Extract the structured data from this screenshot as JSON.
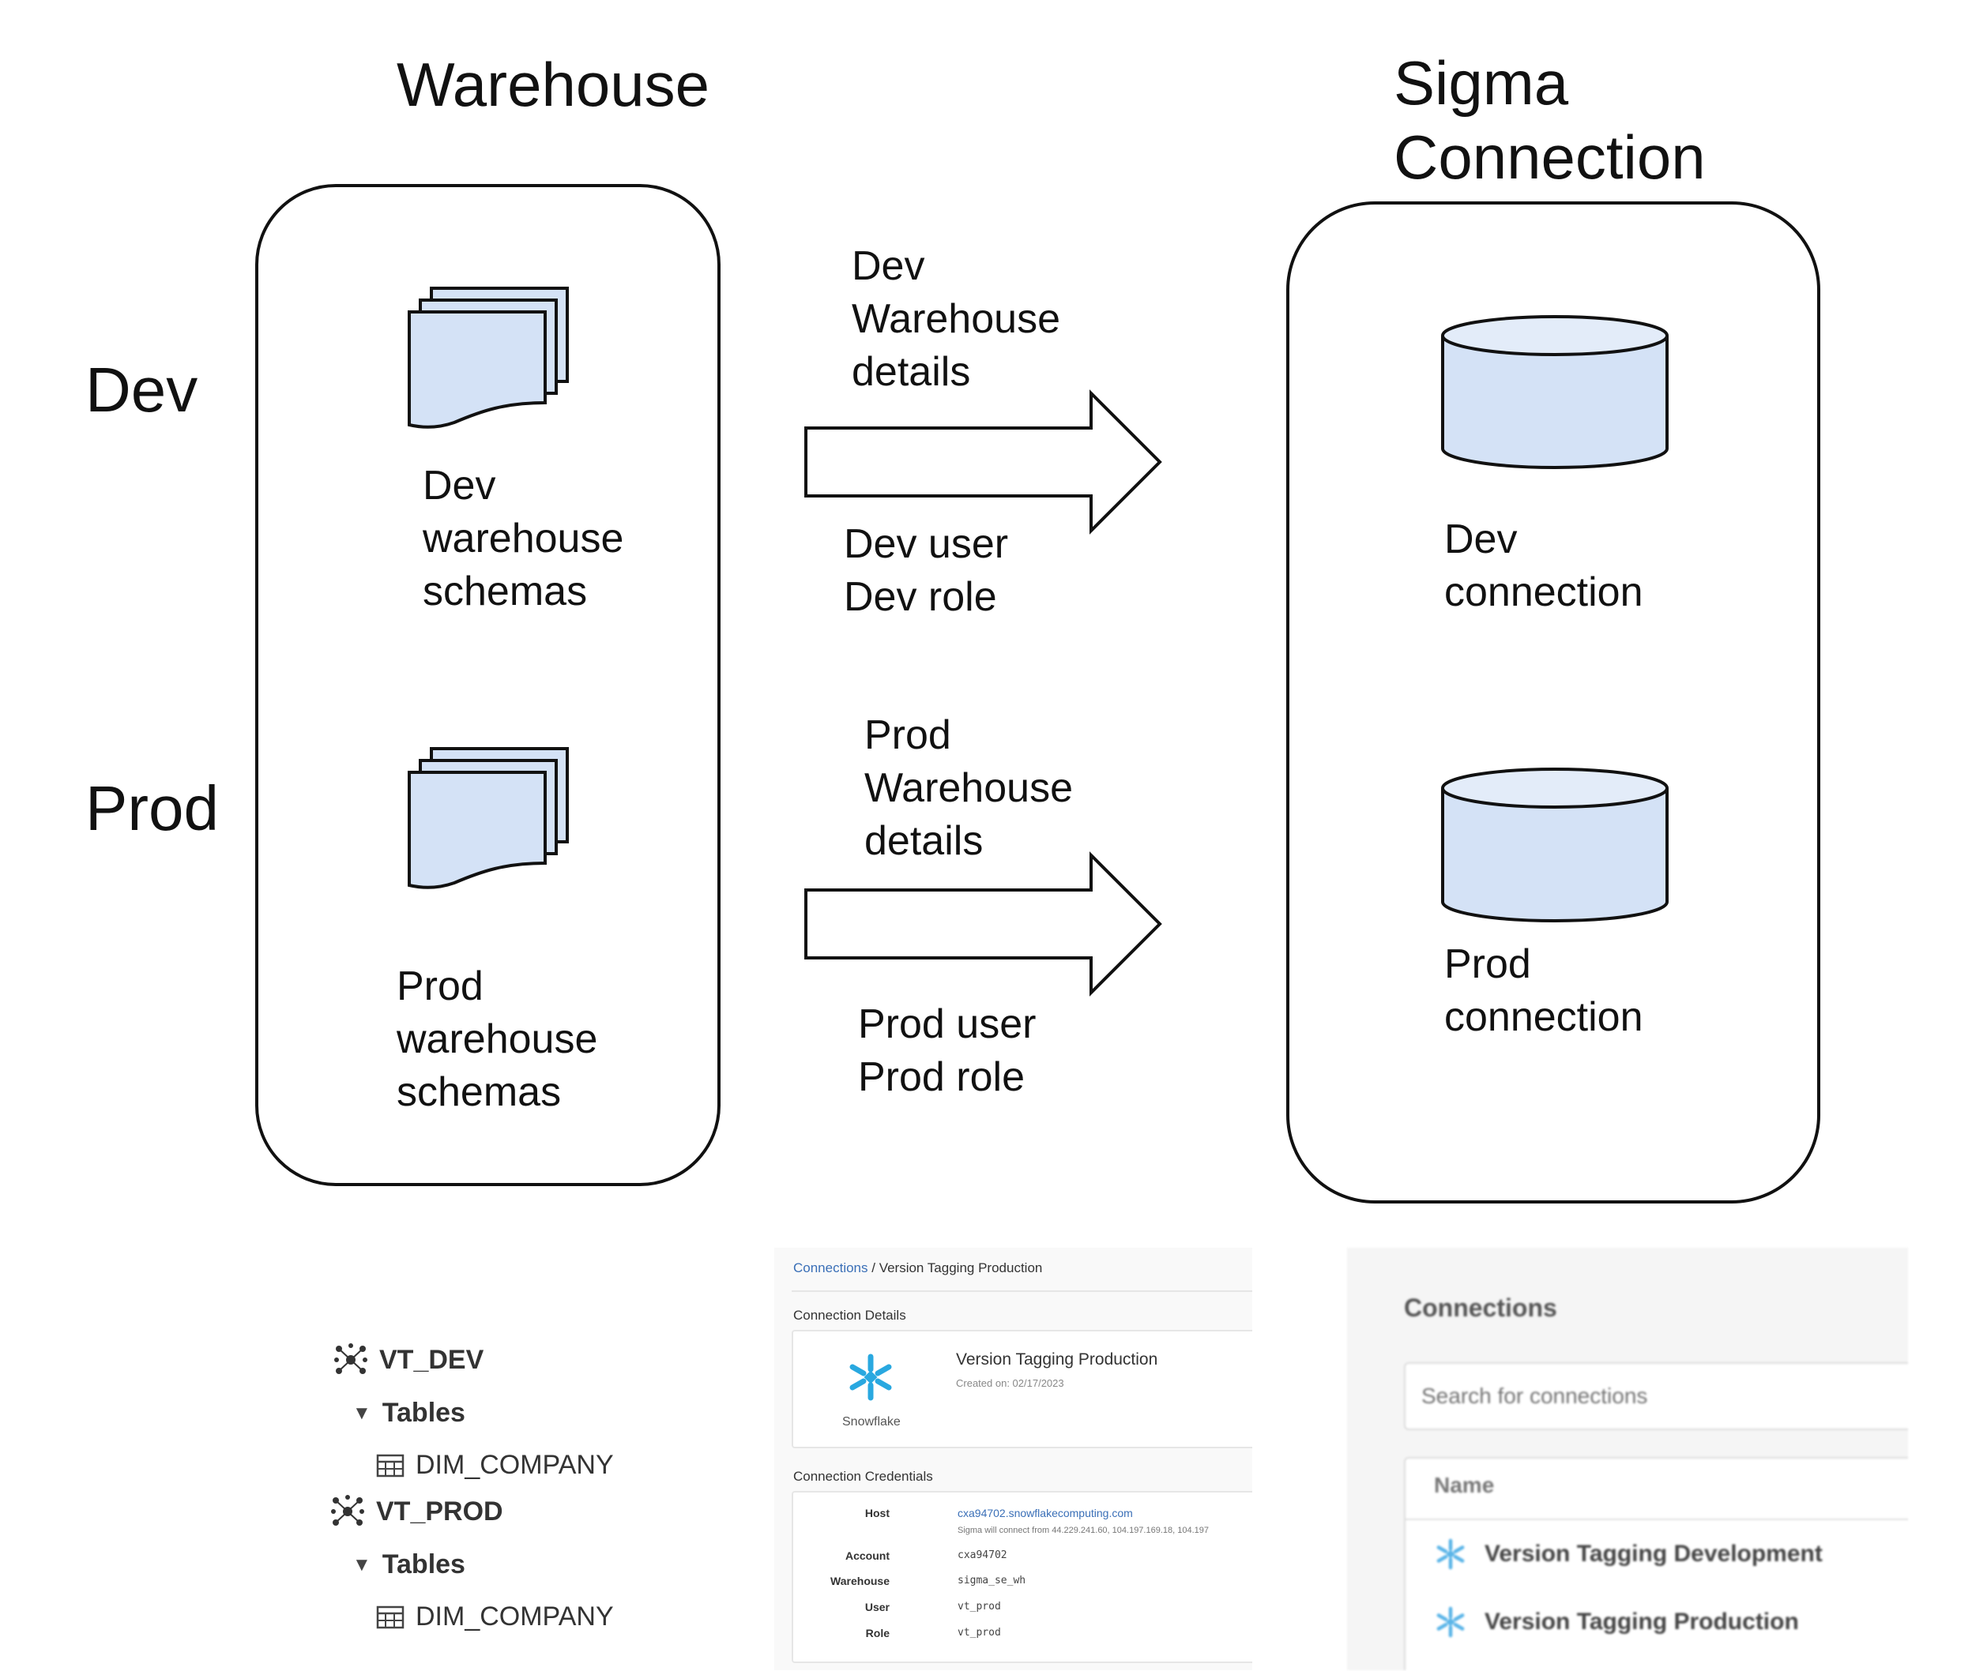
{
  "diagram": {
    "warehouse_title": "Warehouse",
    "sigma_title": "Sigma\nConnection",
    "row_dev": "Dev",
    "row_prod": "Prod",
    "dev_schemas": "Dev\nwarehouse\nschemas",
    "prod_schemas": "Prod\nwarehouse\nschemas",
    "dev_arrow_top": "Dev\nWarehouse\ndetails",
    "dev_arrow_bottom": "Dev user\nDev role",
    "prod_arrow_top": "Prod\nWarehouse\ndetails",
    "prod_arrow_bottom": "Prod user\nProd role",
    "dev_connection": "Dev\nconnection",
    "prod_connection": "Prod\nconnection",
    "colors": {
      "shape_fill": "#d4e2f6",
      "shape_top": "#e3ecf9",
      "stroke": "#111111"
    }
  },
  "tree": {
    "db1": "VT_DEV",
    "db1_tables": "Tables",
    "db1_table": "DIM_COMPANY",
    "db2": "VT_PROD",
    "db2_tables": "Tables",
    "db2_table": "DIM_COMPANY"
  },
  "connection_detail": {
    "breadcrumb_link": "Connections",
    "breadcrumb_sep": " / ",
    "breadcrumb_current": "Version Tagging Production",
    "details_heading": "Connection Details",
    "name": "Version Tagging Production",
    "created": "Created on: 02/17/2023",
    "provider": "Snowflake",
    "credentials_heading": "Connection Credentials",
    "host_label": "Host",
    "host_value": "cxa94702.snowflakecomputing.com",
    "host_note": "Sigma will connect from 44.229.241.60, 104.197.169.18, 104.197",
    "account_label": "Account",
    "account_value": "cxa94702",
    "warehouse_label": "Warehouse",
    "warehouse_value": "sigma_se_wh",
    "user_label": "User",
    "user_value": "vt_prod",
    "role_label": "Role",
    "role_value": "vt_prod"
  },
  "connections_list": {
    "heading": "Connections",
    "search_placeholder": "Search for connections",
    "column_name": "Name",
    "items": [
      "Version Tagging Development",
      "Version Tagging Production"
    ],
    "snowflake_color": "#5bb5e8"
  }
}
